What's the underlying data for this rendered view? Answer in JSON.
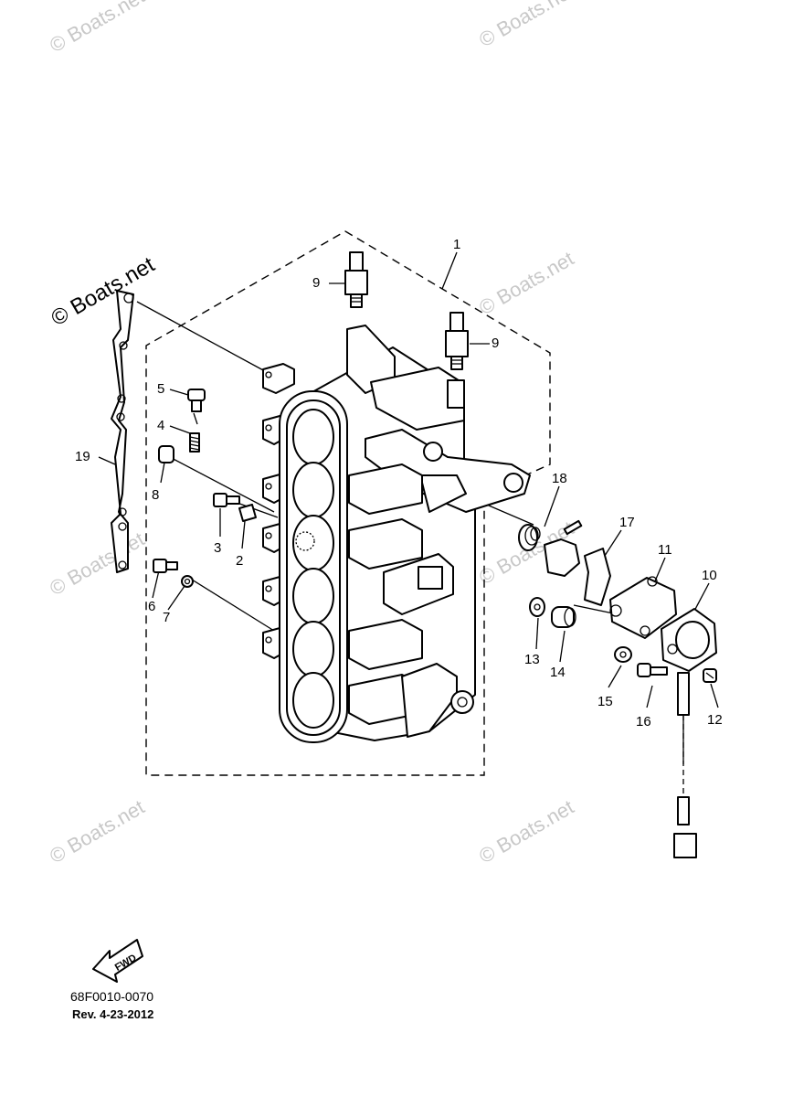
{
  "watermarks": {
    "text": "© Boats.net",
    "featured": "© Boats.net"
  },
  "callouts": [
    "1",
    "2",
    "3",
    "4",
    "5",
    "6",
    "7",
    "8",
    "9",
    "9",
    "10",
    "11",
    "12",
    "13",
    "14",
    "15",
    "16",
    "17",
    "18",
    "19"
  ],
  "direction_badge": "FWD",
  "footer": {
    "diagram_code": "68F0010-0070",
    "revision": "Rev.  4-23-2012"
  }
}
